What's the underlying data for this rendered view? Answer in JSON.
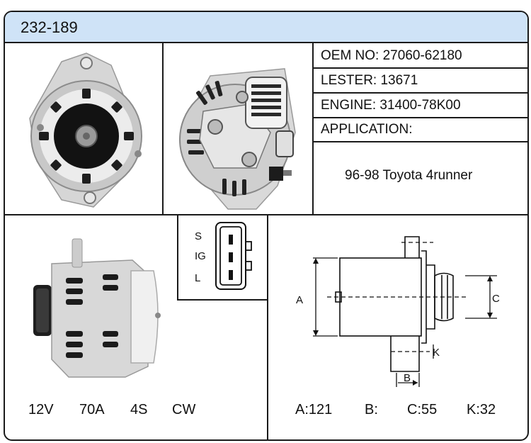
{
  "header": {
    "part_number": "232-189"
  },
  "info": {
    "oem": "OEM NO: 27060-62180",
    "lester": "LESTER: 13671",
    "engine": "ENGINE: 31400-78K00",
    "application_label": "APPLICATION:",
    "application_value": "96-98 Toyota 4runner"
  },
  "connector": {
    "pins": [
      "S",
      "IG",
      "L"
    ]
  },
  "specs": {
    "voltage": "12V",
    "amperage": "70A",
    "groove": "4S",
    "rotation": "CW"
  },
  "dimensions": {
    "labels": {
      "a": "A",
      "b": "B",
      "c": "C",
      "k": "K"
    },
    "values": {
      "a": "A:121",
      "b": "B:",
      "c": "C:55",
      "k": "K:32"
    }
  },
  "colors": {
    "header_bg": "#cfe3f7",
    "border": "#1a1a1a"
  }
}
